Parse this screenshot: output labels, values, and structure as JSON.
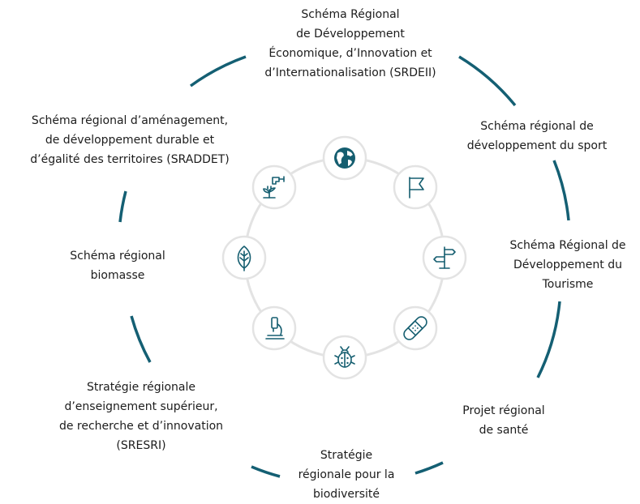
{
  "colors": {
    "accent": "#145f73",
    "inner_ring": "#e3e3e3"
  },
  "items": [
    {
      "key": "srdeii",
      "icon": "globe-icon",
      "lines": [
        "Schéma Régional",
        "de Développement",
        "Économique, d’Innovation et",
        "d’Internationalisation (SRDEII)"
      ]
    },
    {
      "key": "sport",
      "icon": "flag-icon",
      "lines": [
        "Schéma régional de",
        "développement du sport"
      ]
    },
    {
      "key": "tourisme",
      "icon": "signpost-icon",
      "lines": [
        "Schéma Régional de",
        "Développement du",
        "Tourisme"
      ]
    },
    {
      "key": "sante",
      "icon": "bandage-icon",
      "lines": [
        "Projet régional",
        "de santé"
      ]
    },
    {
      "key": "biodiversite",
      "icon": "ladybug-icon",
      "lines": [
        "Stratégie",
        "régionale pour la",
        "biodiversité"
      ]
    },
    {
      "key": "sresri",
      "icon": "microscope-icon",
      "lines": [
        "Stratégie régionale",
        "d’enseignement supérieur,",
        "de recherche et d’innovation",
        "(SRESRI)"
      ]
    },
    {
      "key": "biomasse",
      "icon": "leaf-icon",
      "lines": [
        "Schéma régional",
        "biomasse"
      ]
    },
    {
      "key": "sraddet",
      "icon": "watering-plant-icon",
      "lines": [
        "Schéma régional d’aménagement,",
        "de développement durable et",
        "d’égalité des territoires (SRADDET)"
      ]
    }
  ]
}
